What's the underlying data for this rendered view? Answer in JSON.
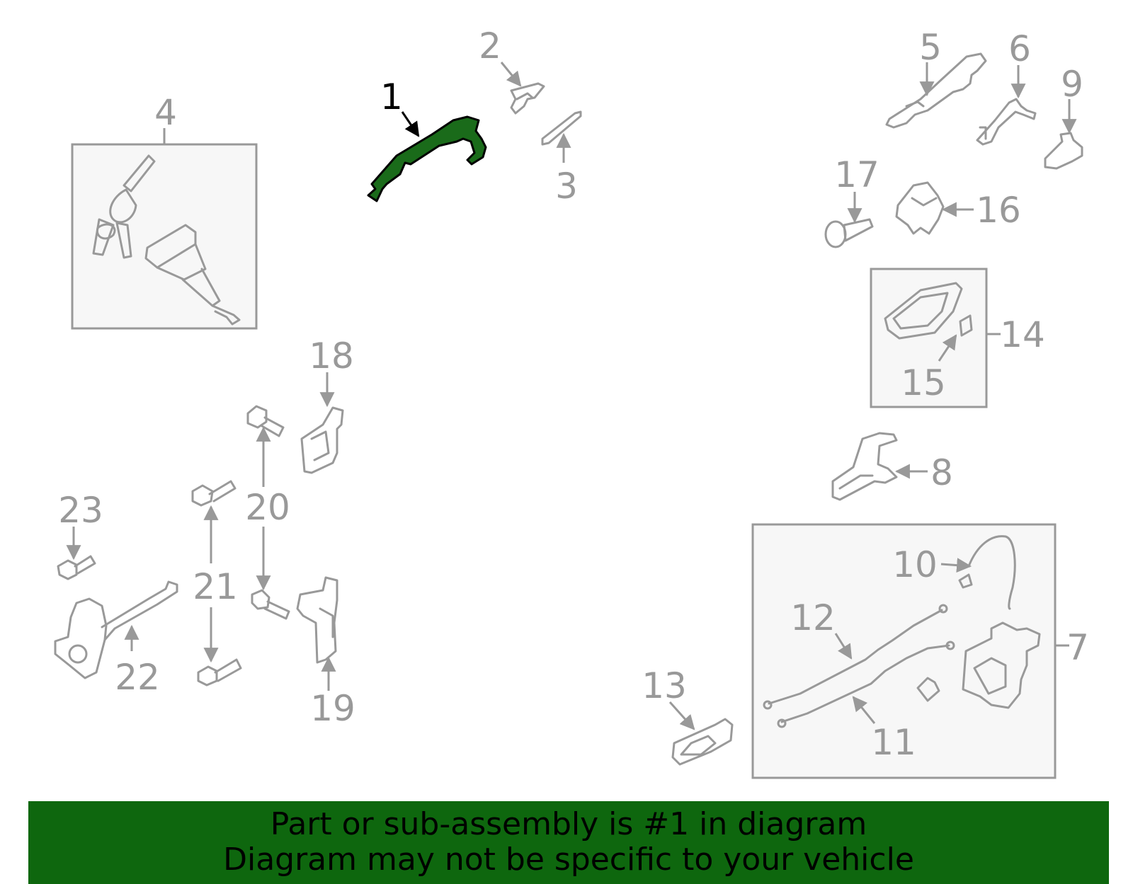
{
  "callouts": {
    "c1": "1",
    "c2": "2",
    "c3": "3",
    "c4": "4",
    "c5": "5",
    "c6": "6",
    "c7": "7",
    "c8": "8",
    "c9": "9",
    "c10": "10",
    "c11": "11",
    "c12": "12",
    "c13": "13",
    "c14": "14",
    "c15": "15",
    "c16": "16",
    "c17": "17",
    "c18": "18",
    "c19": "19",
    "c20": "20",
    "c21": "21",
    "c22": "22",
    "c23": "23"
  },
  "highlight": {
    "part": "1",
    "color": "#1a6b1a"
  },
  "banner": {
    "line1": "Part or sub-assembly is #1 in diagram",
    "line2": "Diagram may not be specific to your vehicle",
    "color": "#0e670e"
  }
}
